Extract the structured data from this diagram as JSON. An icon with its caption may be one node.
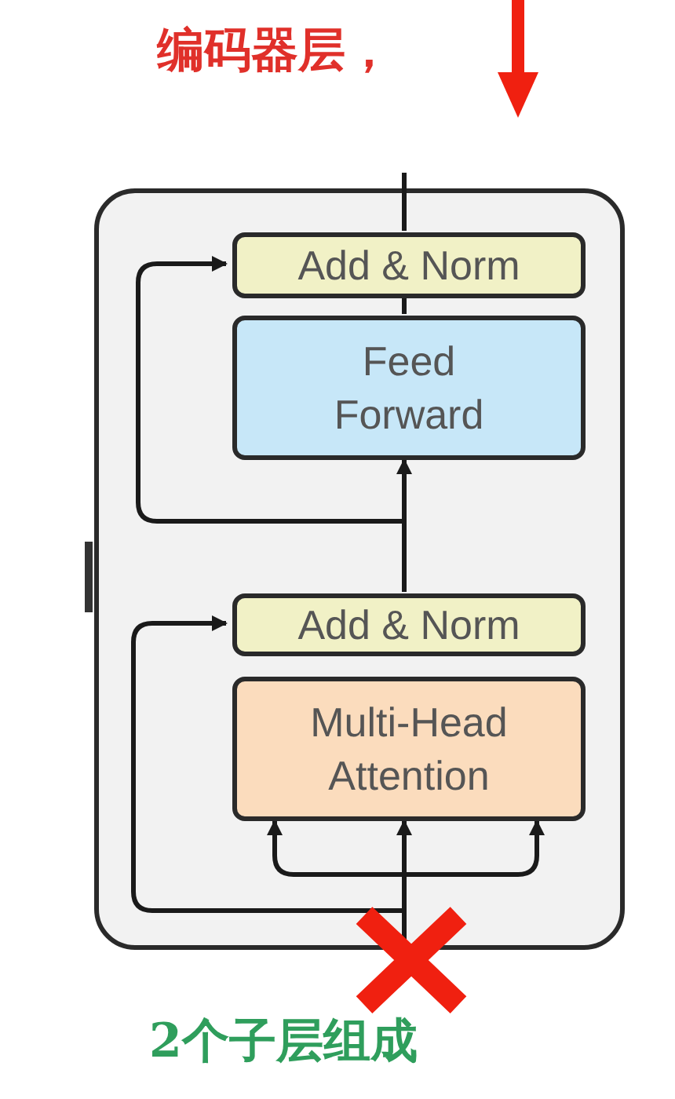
{
  "diagram": {
    "nodes": [
      {
        "text": [],
        "shape": "box"
      },
      {
        "text": [
          "Add & Norm"
        ],
        "in": 0
      },
      {
        "text": [
          "Feed Forward"
        ],
        "in": 0
      },
      {
        "text": [
          "Add & Norm"
        ],
        "in": 0
      },
      {
        "text": [
          "Multi-Head Attention"
        ],
        "in": 0
      }
    ],
    "edges": [
      {
        "from": 2,
        "to": 1,
        "arrow": "none"
      },
      {
        "from": 1,
        "to": null,
        "arrow": "none"
      },
      {
        "from": 3,
        "to": 2,
        "arrow": "to"
      },
      {
        "from": 3,
        "to": 1,
        "arrow": "to"
      },
      {
        "from": null,
        "to": 4,
        "arrow": "to"
      },
      {
        "from": null,
        "to": 4,
        "arrow": "to"
      },
      {
        "from": null,
        "to": 4,
        "arrow": "to"
      },
      {
        "from": null,
        "to": 3,
        "arrow": "to"
      }
    ],
    "labels": [
      "编码器层，",
      "2个子层组成"
    ]
  }
}
